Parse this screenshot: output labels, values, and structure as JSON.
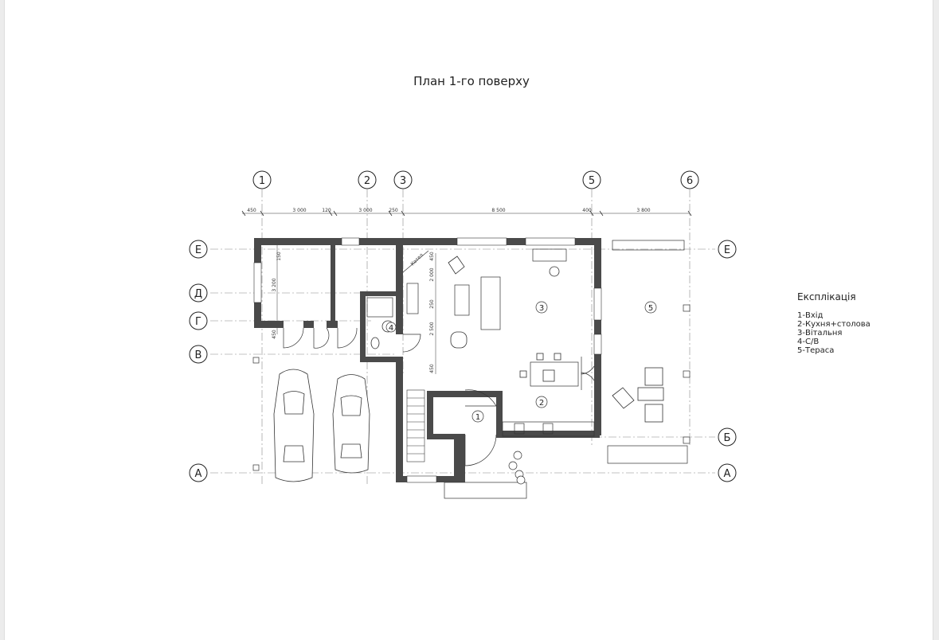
{
  "title": "План 1-го поверху",
  "axes": {
    "vertical": [
      "1",
      "2",
      "3",
      "5",
      "6"
    ],
    "horizontal": [
      "Е",
      "Д",
      "Г",
      "В",
      "А",
      "Б"
    ]
  },
  "dimensions": {
    "top": [
      "450",
      "3 000",
      "120",
      "3 000",
      "250",
      "8 500",
      "400",
      "3 800"
    ],
    "inner": [
      "150",
      "3 200",
      "450",
      "2 000",
      "450",
      "250",
      "2 500",
      "450"
    ]
  },
  "rooms": [
    "1",
    "2",
    "3",
    "4",
    "5"
  ],
  "boiler_label": "Котел",
  "legend": {
    "title": "Експлікація",
    "items": [
      "1-Вхід",
      "2-Кухня+столова",
      "3-Вітальня",
      "4-С/В",
      "5-Тераса"
    ]
  }
}
